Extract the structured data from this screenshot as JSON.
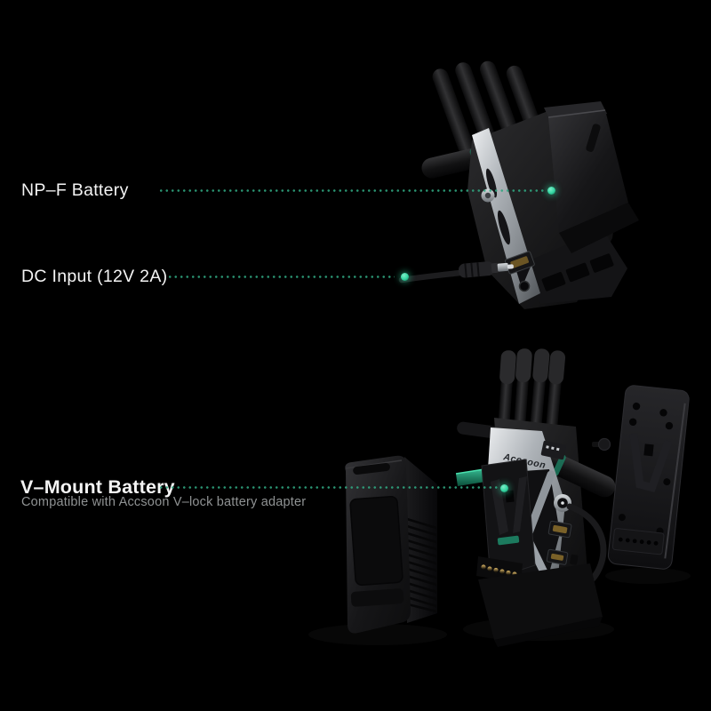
{
  "scene": {
    "background": "#000000",
    "description_brand": "Accsoon"
  },
  "colors": {
    "accent": "#2FA57F",
    "accent_bright": "#35D6A2",
    "accent_dim": "#1C7A5E",
    "label_text": "#F4F4F4",
    "subtitle_text": "#8F9293"
  },
  "callouts": {
    "npf": {
      "label": "NP–F Battery"
    },
    "dc": {
      "label": "DC Input (12V 2A)"
    },
    "vmount": {
      "label": "V–Mount Battery",
      "subtitle": "Compatible with Accsoon V–lock battery adapter"
    }
  }
}
